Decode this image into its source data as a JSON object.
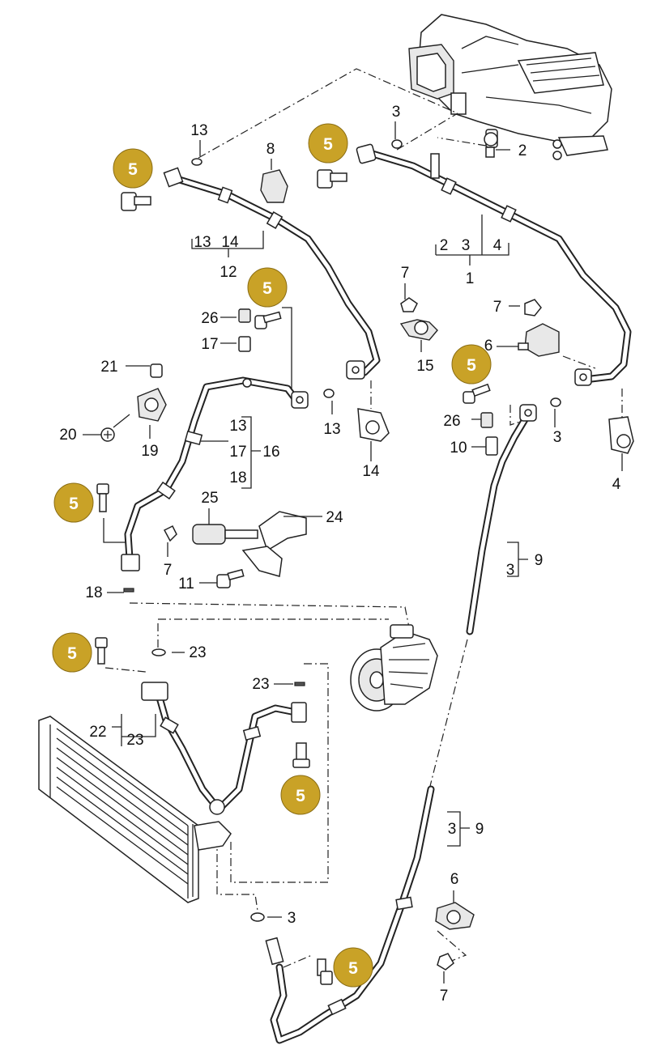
{
  "badge": {
    "color": "#C9A227",
    "text_color": "#FFFFFF",
    "items": [
      {
        "text": "5"
      },
      {
        "text": "5"
      },
      {
        "text": "5"
      },
      {
        "text": "5"
      },
      {
        "text": "5"
      },
      {
        "text": "5"
      },
      {
        "text": "5"
      },
      {
        "text": "5"
      }
    ]
  },
  "labels": [
    {
      "text": "13"
    },
    {
      "text": "8"
    },
    {
      "text": "3"
    },
    {
      "text": "2"
    },
    {
      "text": "13"
    },
    {
      "text": "14"
    },
    {
      "text": "12"
    },
    {
      "text": "2"
    },
    {
      "text": "3"
    },
    {
      "text": "4"
    },
    {
      "text": "1"
    },
    {
      "text": "7"
    },
    {
      "text": "26"
    },
    {
      "text": "17"
    },
    {
      "text": "15"
    },
    {
      "text": "7"
    },
    {
      "text": "6"
    },
    {
      "text": "21"
    },
    {
      "text": "26"
    },
    {
      "text": "10"
    },
    {
      "text": "3"
    },
    {
      "text": "4"
    },
    {
      "text": "20"
    },
    {
      "text": "19"
    },
    {
      "text": "13"
    },
    {
      "text": "14"
    },
    {
      "text": "13"
    },
    {
      "text": "17"
    },
    {
      "text": "18"
    },
    {
      "text": "16"
    },
    {
      "text": "25"
    },
    {
      "text": "24"
    },
    {
      "text": "7"
    },
    {
      "text": "11"
    },
    {
      "text": "3"
    },
    {
      "text": "9"
    },
    {
      "text": "18"
    },
    {
      "text": "23"
    },
    {
      "text": "23"
    },
    {
      "text": "22"
    },
    {
      "text": "23"
    },
    {
      "text": "3"
    },
    {
      "text": "9"
    },
    {
      "text": "6"
    },
    {
      "text": "3"
    },
    {
      "text": "7"
    }
  ]
}
